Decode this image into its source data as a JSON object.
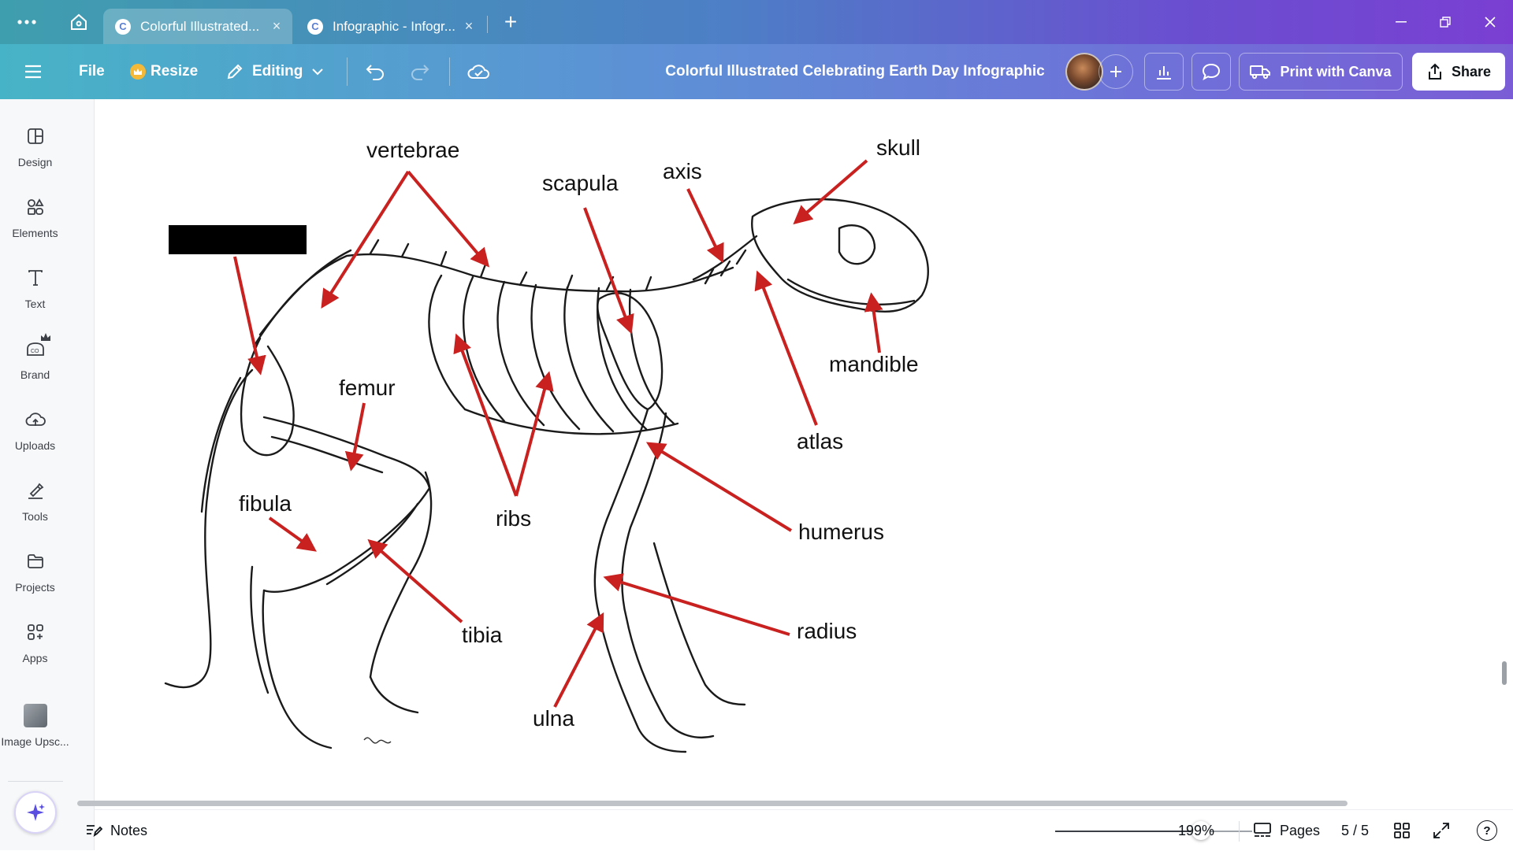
{
  "browser": {
    "tabs": [
      {
        "title": "Colorful Illustrated...",
        "active": true
      },
      {
        "title": "Infographic - Infogr...",
        "active": false
      }
    ],
    "new_tab_symbol": "+",
    "close_symbol": "×"
  },
  "toolbar": {
    "file_label": "File",
    "resize_label": "Resize",
    "editing_label": "Editing",
    "document_title": "Colorful Illustrated Celebrating Earth Day Infographic",
    "print_label": "Print with Canva",
    "share_label": "Share"
  },
  "sidebar": {
    "items": [
      {
        "label": "Design",
        "icon": "design-icon"
      },
      {
        "label": "Elements",
        "icon": "elements-icon"
      },
      {
        "label": "Text",
        "icon": "text-icon"
      },
      {
        "label": "Brand",
        "icon": "brand-icon"
      },
      {
        "label": "Uploads",
        "icon": "uploads-icon"
      },
      {
        "label": "Tools",
        "icon": "tools-icon"
      },
      {
        "label": "Projects",
        "icon": "projects-icon"
      },
      {
        "label": "Apps",
        "icon": "apps-icon"
      },
      {
        "label": "Image Upsc...",
        "icon": "image-upscaler-icon"
      }
    ]
  },
  "diagram": {
    "labels": {
      "vertebrae": "vertebrae",
      "scapula": "scapula",
      "axis": "axis",
      "skull": "skull",
      "mandible": "mandible",
      "atlas": "atlas",
      "femur": "femur",
      "fibula": "fibula",
      "ribs": "ribs",
      "humerus": "humerus",
      "tibia": "tibia",
      "radius": "radius",
      "ulna": "ulna"
    },
    "arrow_color": "#c8211f"
  },
  "bottombar": {
    "notes_label": "Notes",
    "zoom_level": "199%",
    "zoom_fraction": 0.74,
    "pages_label": "Pages",
    "page_indicator": "5 / 5",
    "help_symbol": "?"
  },
  "colors": {
    "titlebar_start": "#3f9eae",
    "titlebar_end": "#7a3fd2",
    "accent_arrow": "#c8211f"
  }
}
